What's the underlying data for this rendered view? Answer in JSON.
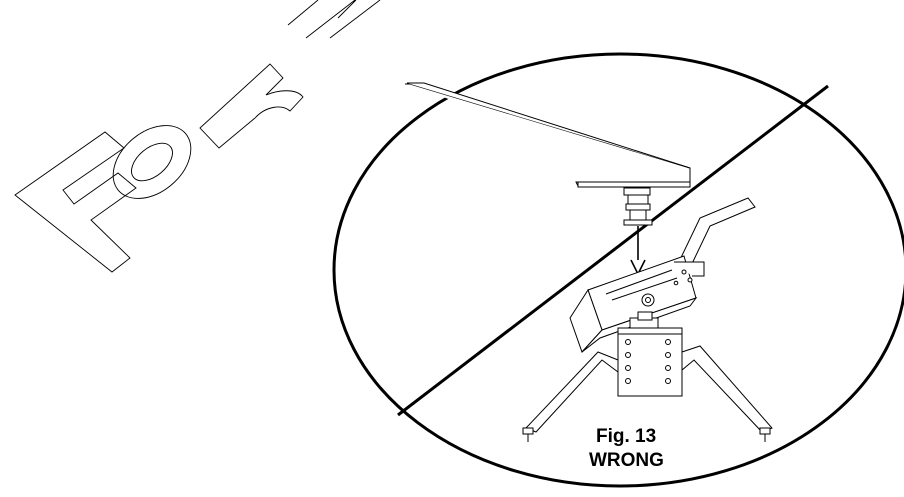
{
  "watermark": {
    "text": "For",
    "stroke": "#000000"
  },
  "figure": {
    "number_label": "Fig. 13",
    "status_label": "WRONG"
  },
  "colors": {
    "ink": "#000000",
    "paper": "#ffffff"
  }
}
